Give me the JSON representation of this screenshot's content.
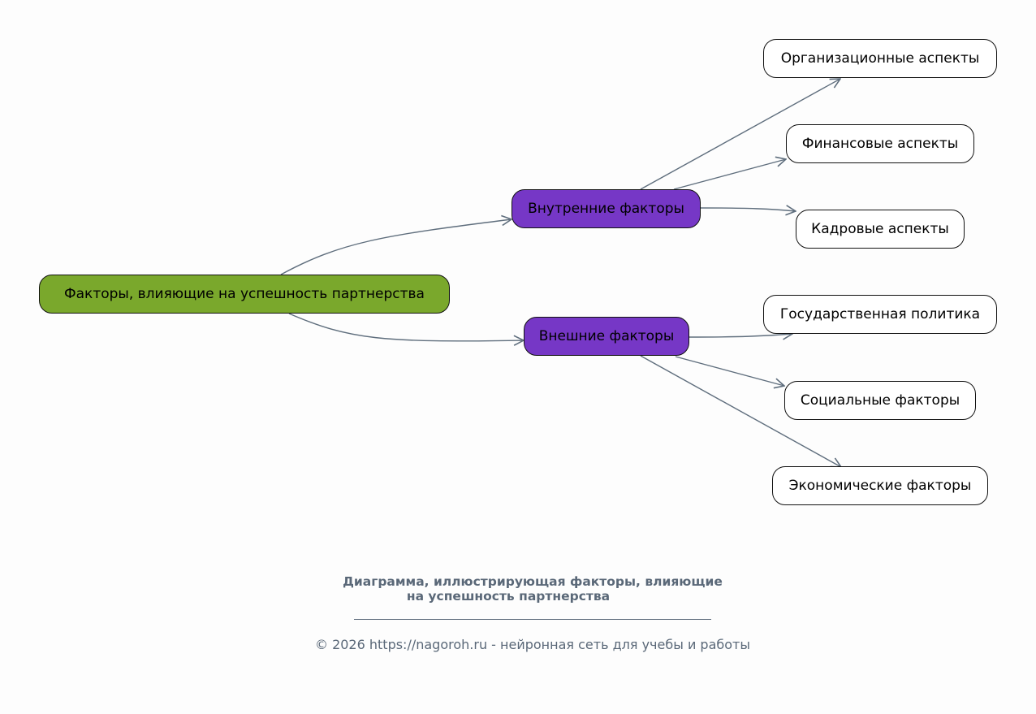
{
  "diagram": {
    "root": {
      "label": "Факторы, влияющие на успешность партнерства",
      "color": "#7aa82c"
    },
    "branches": [
      {
        "label": "Внутренние факторы",
        "color": "#7637c6",
        "children": [
          "Организационные аспекты",
          "Финансовые аспекты",
          "Кадровые аспекты"
        ]
      },
      {
        "label": "Внешние факторы",
        "color": "#7637c6",
        "children": [
          "Государственная политика",
          "Социальные факторы",
          "Экономические факторы"
        ]
      }
    ],
    "edge_color": "#5f6e7d"
  },
  "caption": {
    "line1": "Диаграмма, иллюстрирующая факторы, влияющие",
    "line2": "на успешность партнерства"
  },
  "footer": {
    "copyright": "© 2026 https://nagoroh.ru - нейронная сеть для учебы и работы"
  }
}
